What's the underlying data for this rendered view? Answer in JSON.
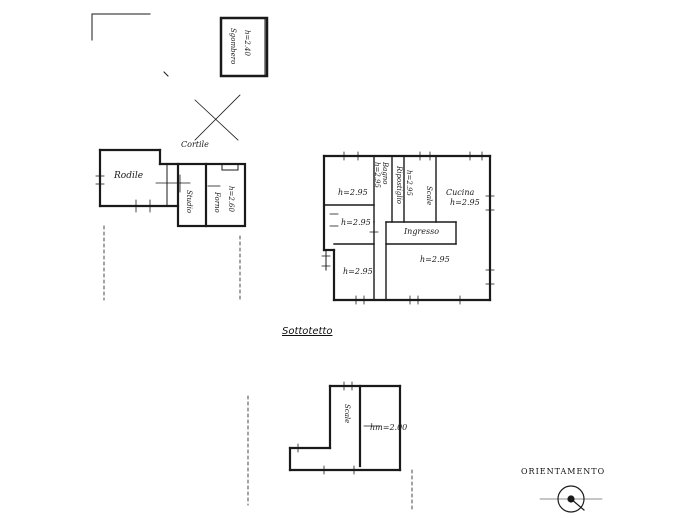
{
  "plan": {
    "upper_room": {
      "name": "Sgombero",
      "height": "h=2.40"
    },
    "courtyard": "Cortile",
    "rooms_left": {
      "ripostiglio": "Rodile",
      "bagno": "Studio",
      "ufficio": "Forno",
      "ufficio_height": "h=2.60"
    },
    "apartment": {
      "room_nw_height": "h=2.95",
      "bagno": "Bagno",
      "bagno_height": "h=2.95",
      "ripostiglio": "Ripostiglio",
      "ripostiglio_height": "h=2.95",
      "scale": "Scale",
      "cucina": "Cucina",
      "cucina_height": "h=2.95",
      "room_w_height": "h=2.95",
      "ingresso": "Ingresso",
      "room_sw_height": "h=2.95",
      "soggiorno_height": "h=2.95"
    },
    "sottotetto": {
      "title": "Sottotetto",
      "scale": "Scale",
      "height": "hm=2.00"
    },
    "orientation": "ORIENTAMENTO",
    "colors": {
      "ink": "#1a1a1a",
      "paper": "#ffffff"
    }
  }
}
